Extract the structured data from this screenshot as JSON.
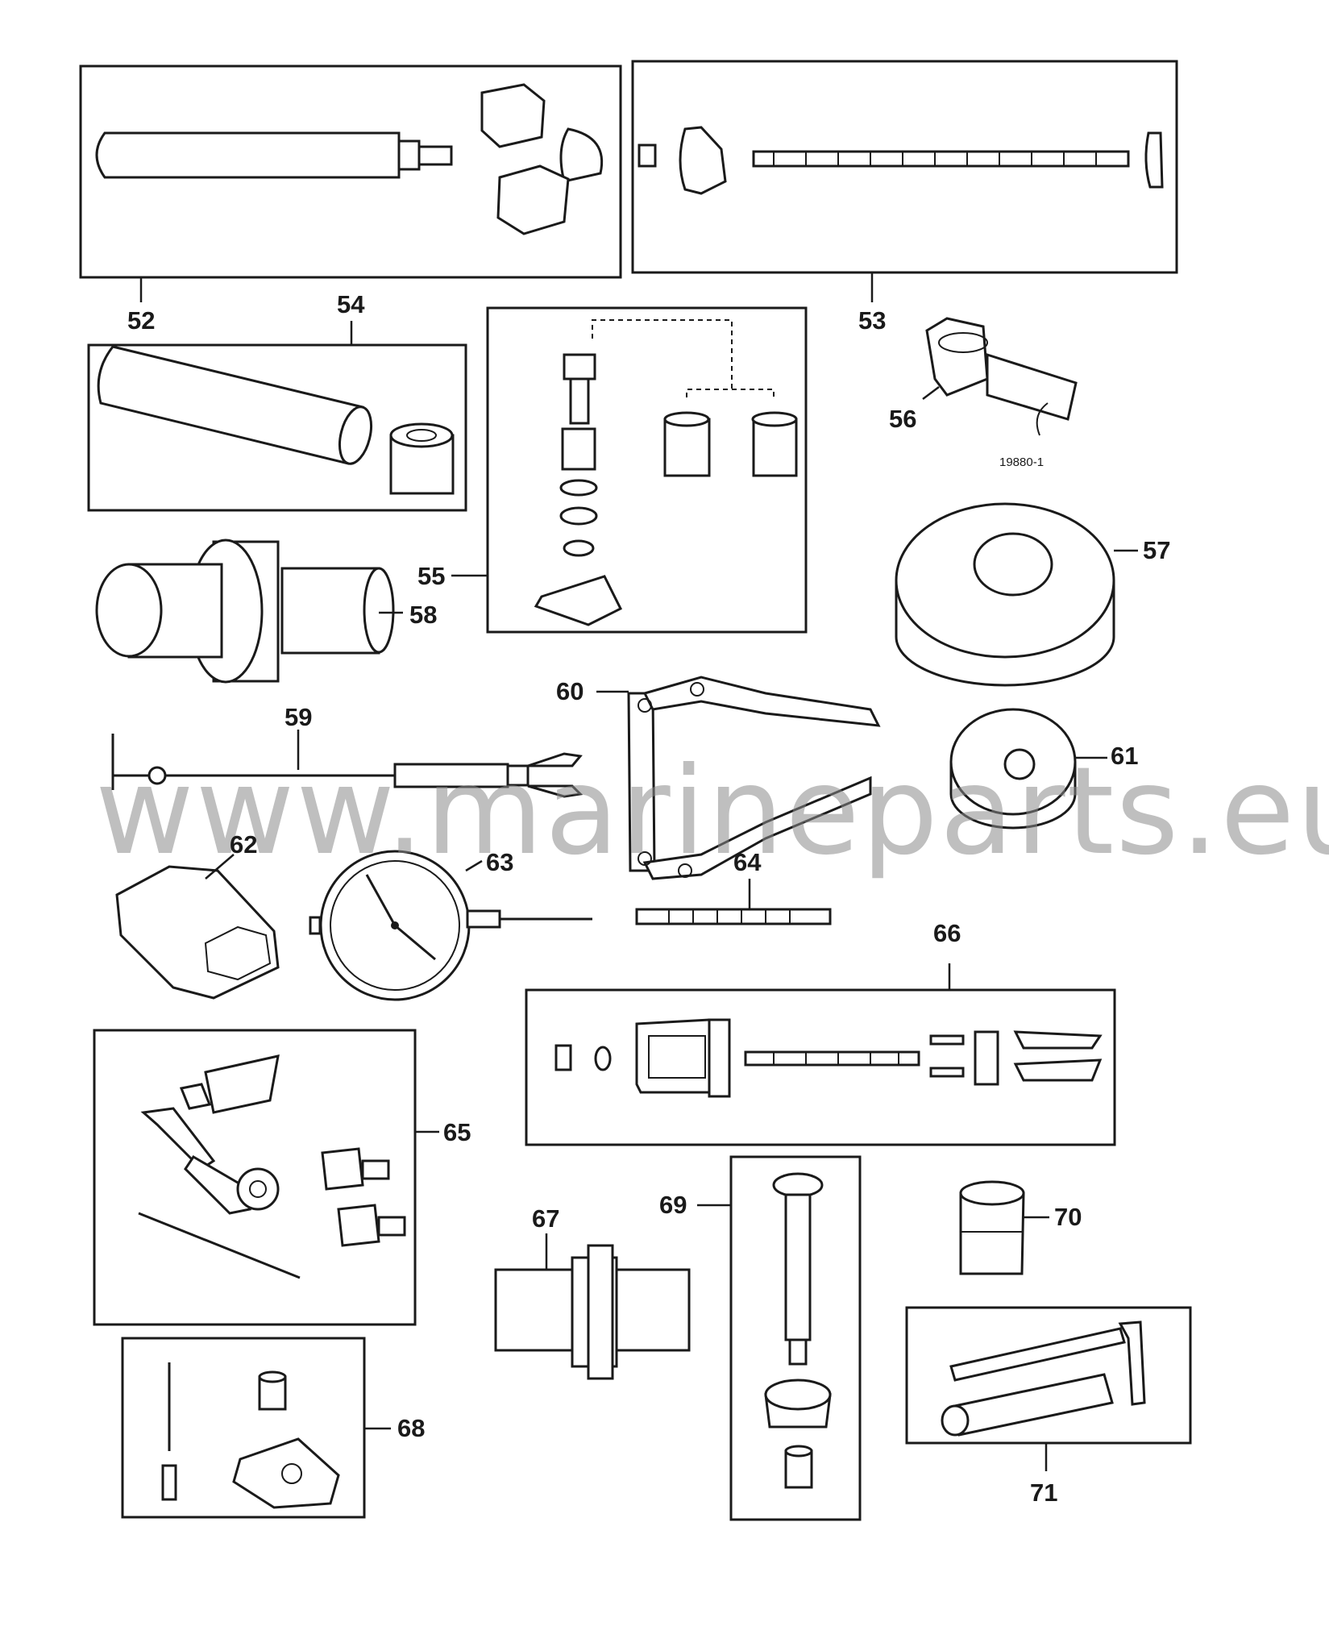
{
  "callouts": [
    {
      "id": "52",
      "label": "52"
    },
    {
      "id": "53",
      "label": "53"
    },
    {
      "id": "54",
      "label": "54"
    },
    {
      "id": "55",
      "label": "55"
    },
    {
      "id": "56",
      "label": "56"
    },
    {
      "id": "57",
      "label": "57"
    },
    {
      "id": "58",
      "label": "58"
    },
    {
      "id": "59",
      "label": "59"
    },
    {
      "id": "60",
      "label": "60"
    },
    {
      "id": "61",
      "label": "61"
    },
    {
      "id": "62",
      "label": "62"
    },
    {
      "id": "63",
      "label": "63"
    },
    {
      "id": "64",
      "label": "64"
    },
    {
      "id": "65",
      "label": "65"
    },
    {
      "id": "66",
      "label": "66"
    },
    {
      "id": "67",
      "label": "67"
    },
    {
      "id": "68",
      "label": "68"
    },
    {
      "id": "69",
      "label": "69"
    },
    {
      "id": "70",
      "label": "70"
    },
    {
      "id": "71",
      "label": "71"
    }
  ],
  "figure_code": "19880-1",
  "watermark": "www.marineparts.eu"
}
